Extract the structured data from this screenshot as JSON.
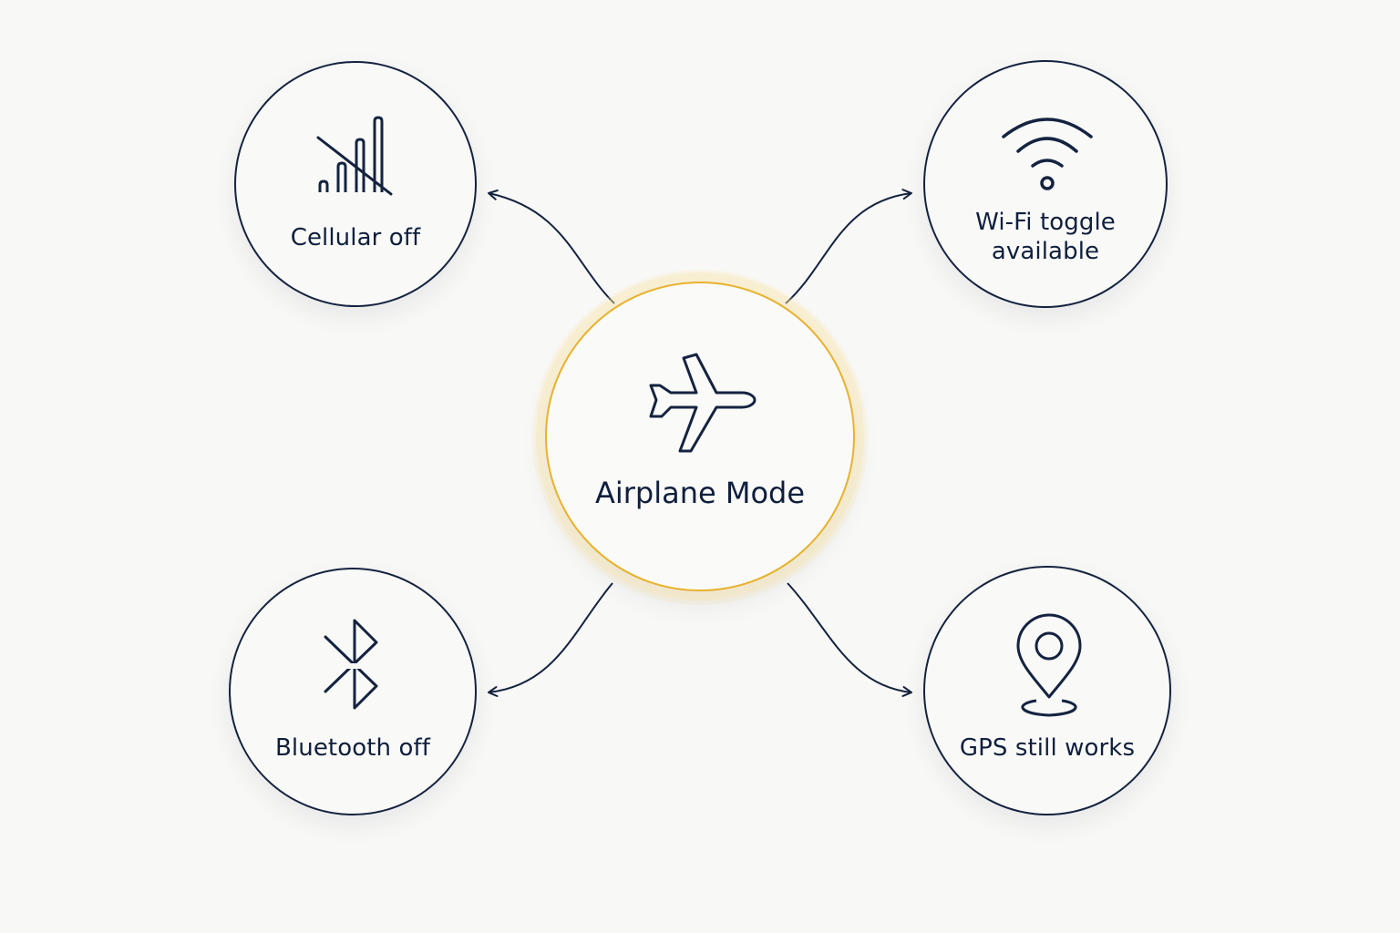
{
  "diagram": {
    "center": {
      "label": "Airplane Mode",
      "icon": "airplane-icon",
      "accent_color": "#e8b22e"
    },
    "nodes": [
      {
        "id": "cellular",
        "label_lines": [
          "Cellular off"
        ],
        "icon": "cellular-off-icon"
      },
      {
        "id": "wifi",
        "label_lines": [
          "Wi-Fi toggle",
          "available"
        ],
        "icon": "wifi-icon"
      },
      {
        "id": "bluetooth",
        "label_lines": [
          "Bluetooth off"
        ],
        "icon": "bluetooth-off-icon"
      },
      {
        "id": "gps",
        "label_lines": [
          "GPS still works"
        ],
        "icon": "location-pin-icon"
      }
    ],
    "line_color": "#142340",
    "background_color": "#f8f8f6"
  }
}
